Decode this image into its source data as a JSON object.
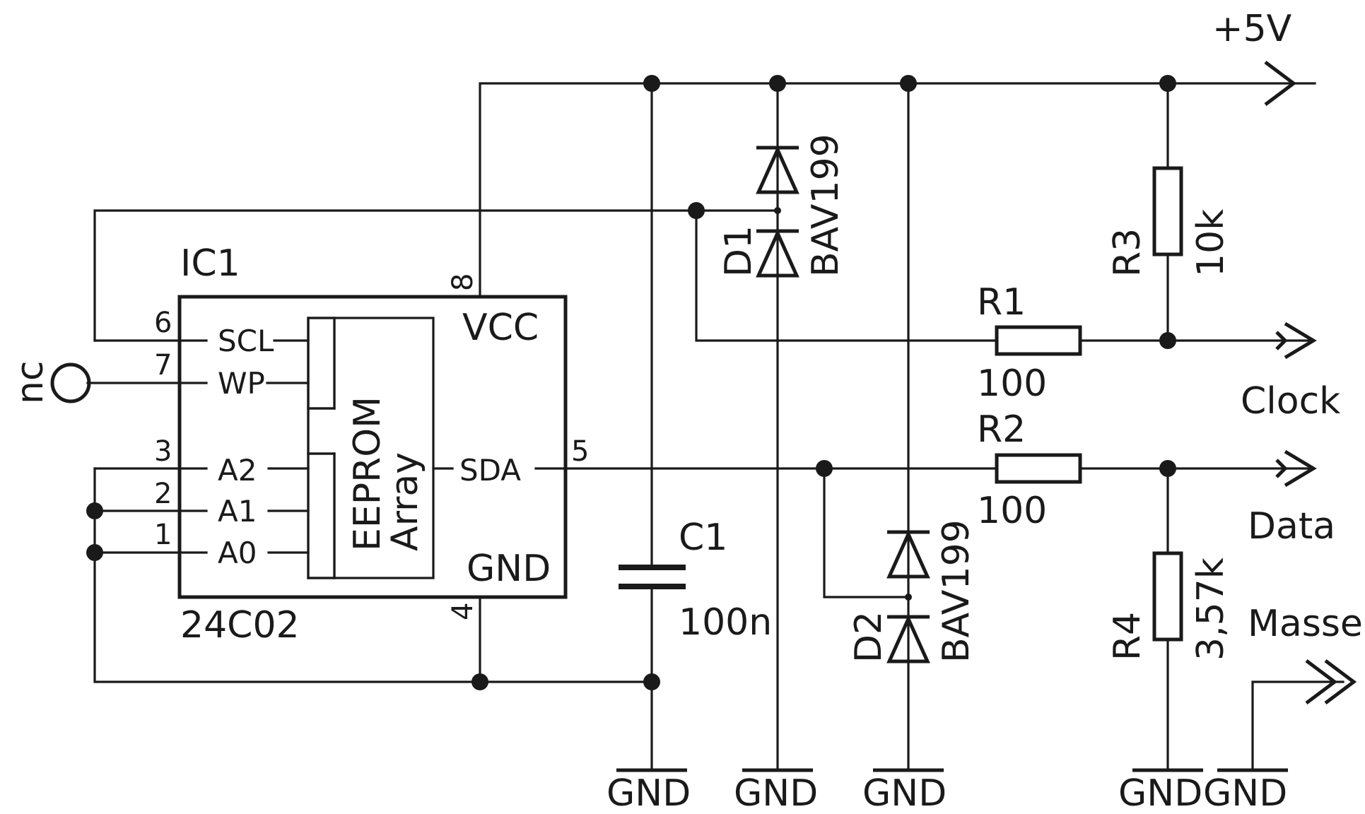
{
  "ic": {
    "ref": "IC1",
    "part": "24C02",
    "inner_label_1": "EEPROM",
    "inner_label_2": "Array",
    "pins": {
      "scl": {
        "label": "SCL",
        "num": "6"
      },
      "wp": {
        "label": "WP",
        "num": "7"
      },
      "a2": {
        "label": "A2",
        "num": "3"
      },
      "a1": {
        "label": "A1",
        "num": "2"
      },
      "a0": {
        "label": "A0",
        "num": "1"
      },
      "vcc": {
        "label": "VCC",
        "num": "8"
      },
      "sda": {
        "label": "SDA",
        "num": "5"
      },
      "gnd": {
        "label": "GND",
        "num": "4"
      }
    }
  },
  "nc_label": "nc",
  "supply_label": "+5V",
  "ports": {
    "clock": "Clock",
    "data": "Data",
    "masse": "Masse"
  },
  "components": {
    "c1": {
      "ref": "C1",
      "value": "100n"
    },
    "d1": {
      "ref": "D1",
      "value": "BAV199"
    },
    "d2": {
      "ref": "D2",
      "value": "BAV199"
    },
    "r1": {
      "ref": "R1",
      "value": "100"
    },
    "r2": {
      "ref": "R2",
      "value": "100"
    },
    "r3": {
      "ref": "R3",
      "value": "10k"
    },
    "r4": {
      "ref": "R4",
      "value": "3,57k"
    }
  },
  "gnd_labels": [
    "GND",
    "GND",
    "GND",
    "GND",
    "GND"
  ]
}
